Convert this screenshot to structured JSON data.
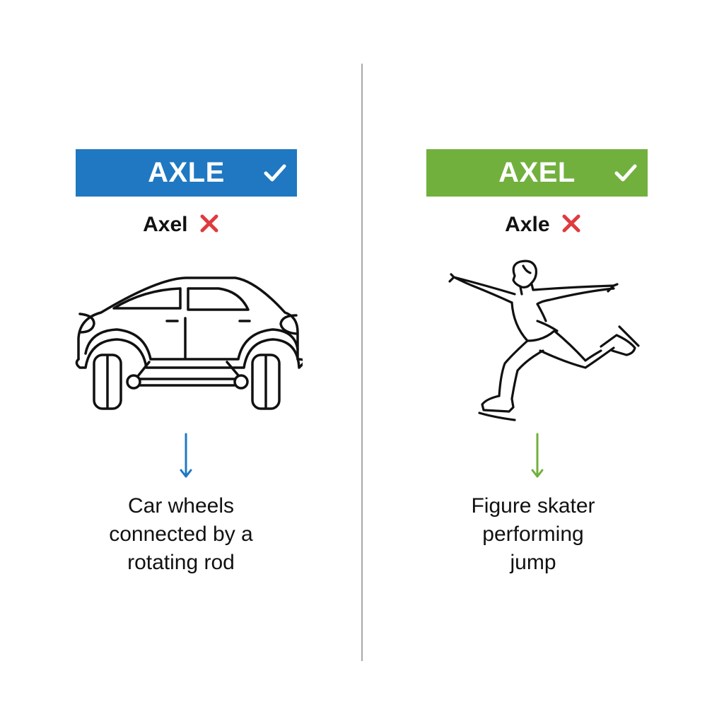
{
  "colors": {
    "blue": "#1f78c1",
    "green": "#72b03e",
    "red": "#e03a3e",
    "divider": "#a9a9a9",
    "text": "#111111"
  },
  "left": {
    "banner_word": "AXLE",
    "banner_icon": "check-icon",
    "wrong_word": "Axel",
    "wrong_icon": "x-icon",
    "illustration": "car-with-axle-icon",
    "arrow_icon": "arrow-down-icon",
    "description_lines": [
      "Car wheels",
      "connected by a",
      "rotating rod"
    ]
  },
  "right": {
    "banner_word": "AXEL",
    "banner_icon": "check-icon",
    "wrong_word": "Axle",
    "wrong_icon": "x-icon",
    "illustration": "figure-skater-icon",
    "arrow_icon": "arrow-down-icon",
    "description_lines": [
      "Figure skater",
      "performing",
      "jump"
    ]
  }
}
